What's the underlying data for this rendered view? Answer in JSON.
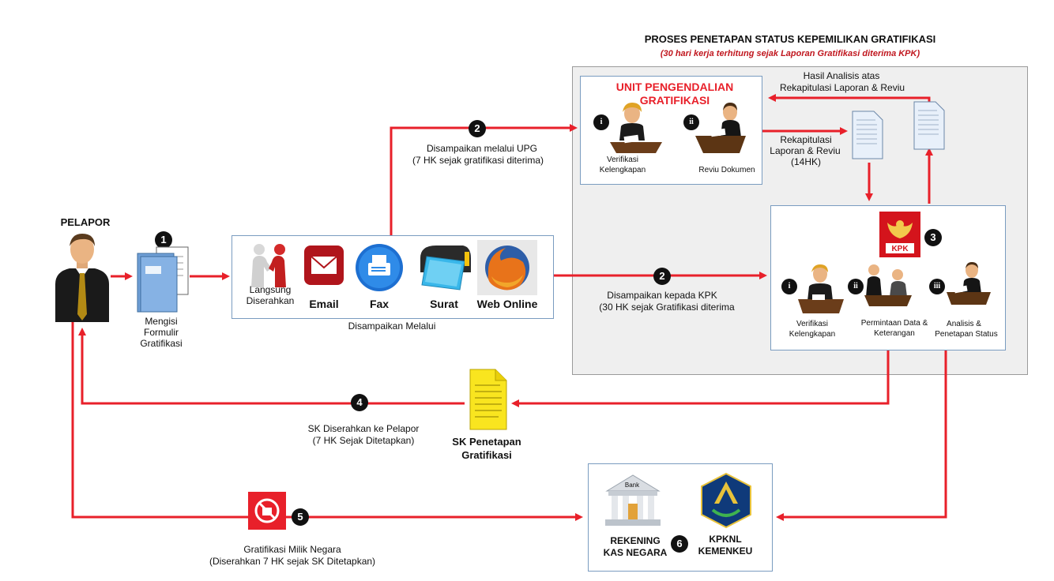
{
  "header": {
    "title": "PROSES PENETAPAN STATUS KEPEMILIKAN GRATIFIKASI",
    "subtitle": "(30 hari kerja terhitung sejak Laporan Gratifikasi diterima KPK)"
  },
  "pelapor": {
    "label": "PELAPOR"
  },
  "step1": {
    "number": "1",
    "line1": "Mengisi",
    "line2": "Formulir",
    "line3": "Gratifikasi"
  },
  "channels": {
    "caption": "Disampaikan Melalui",
    "langsung1": "Langsung",
    "langsung2": "Diserahkan",
    "email": "Email",
    "fax": "Fax",
    "surat": "Surat",
    "web": "Web Online"
  },
  "step2_upg": {
    "number": "2",
    "line1": "Disampaikan melalui UPG",
    "line2": "(7 HK sejak gratifikasi diterima)"
  },
  "step2_kpk": {
    "number": "2",
    "line1": "Disampaikan kepada KPK",
    "line2": "(30 HK sejak Gratifikasi diterima"
  },
  "upg": {
    "title1": "UNIT PENGENDALIAN",
    "title2": "GRATIFIKASI",
    "i": "i",
    "ii": "ii",
    "verif1": "Verifikasi",
    "verif2": "Kelengkapan",
    "reviu": "Reviu Dokumen"
  },
  "rekap": {
    "line1": "Rekapitulasi",
    "line2": "Laporan & Reviu",
    "line3": "(14HK)"
  },
  "hasil": {
    "line1": "Hasil Analisis atas",
    "line2": "Rekapitulasi Laporan & Reviu"
  },
  "kpk": {
    "logo_text": "KPK",
    "number": "3",
    "i": "i",
    "ii": "ii",
    "iii": "iii",
    "verif1": "Verifikasi",
    "verif2": "Kelengkapan",
    "perm1": "Permintaan Data &",
    "perm2": "Keterangan",
    "anal1": "Analisis &",
    "anal2": "Penetapan Status"
  },
  "step4": {
    "number": "4",
    "line1": "SK Diserahkan ke Pelapor",
    "line2": "(7 HK Sejak Ditetapkan)"
  },
  "sk": {
    "line1": "SK Penetapan",
    "line2": "Gratifikasi"
  },
  "step5": {
    "number": "5",
    "line1": "Gratifikasi Milik Negara",
    "line2": "(Diserahkan 7 HK sejak SK Ditetapkan)"
  },
  "kas": {
    "bank_sign": "Bank",
    "number": "6",
    "rek1": "REKENING",
    "rek2": "KAS NEGARA",
    "kpknl1": "KPKNL",
    "kpknl2": "KEMENKEU"
  },
  "colors": {
    "arrow": "#e8202a",
    "panel_border": "#7a9cc0",
    "accent_red": "#e8202a",
    "subtitle_red": "#c0161e"
  }
}
